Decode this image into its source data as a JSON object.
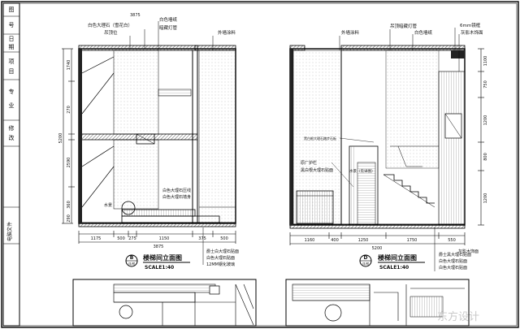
{
  "title_block": {
    "cells": [
      "图",
      "号",
      "日",
      "期",
      "项",
      "目",
      "专",
      "业",
      "修",
      "改"
    ],
    "footer": "电脑文件"
  },
  "left": {
    "title": "楼梯间立面图",
    "scale": "SCALE1:40",
    "label_letter": "B",
    "label_sub": "详/附",
    "top_labels": [
      "白色大理石（雪花白）",
      "吊顶位",
      "白色墙纸",
      "暗藏灯管",
      "外墙涂料"
    ],
    "side_labels": [
      "白色大理石压线",
      "白色大理石墙身",
      "水景"
    ],
    "bottom_labels": [
      "爵士白大理石贴面",
      "白色大理石贴面",
      "12MM钢化玻璃"
    ],
    "dim_top": "3875",
    "dims_bottom": [
      "1175",
      "500",
      "275",
      "1150",
      "375",
      "500"
    ],
    "dim_total": "3875",
    "dims_left": [
      "5200",
      "1740",
      "270",
      "2590",
      "360",
      "290"
    ]
  },
  "right": {
    "title": "楼梯间立面图",
    "scale": "SCALE1:40",
    "label_letter": "D",
    "label_sub": "详/附",
    "top_labels": [
      "外墙涂料",
      "吊顶暗藏灯管",
      "白色墙纸",
      "6mm镜框",
      "灰影木饰面"
    ],
    "side_labels": [
      "原厂护栏",
      "黑白根大理石贴面",
      "水景（见详图）",
      "黑白根大理石踏步石板"
    ],
    "bottom_labels": [
      "爵士黑大理石贴面",
      "白色大理石贴面",
      "灰影木饰面",
      "白色大理石贴面"
    ],
    "dims_bottom": [
      "1160",
      "400",
      "1250",
      "1750",
      "550"
    ],
    "dim_total": "5200",
    "dims_right": [
      "1100",
      "750",
      "1200",
      "800",
      "1200"
    ]
  },
  "watermark": "东方设计"
}
